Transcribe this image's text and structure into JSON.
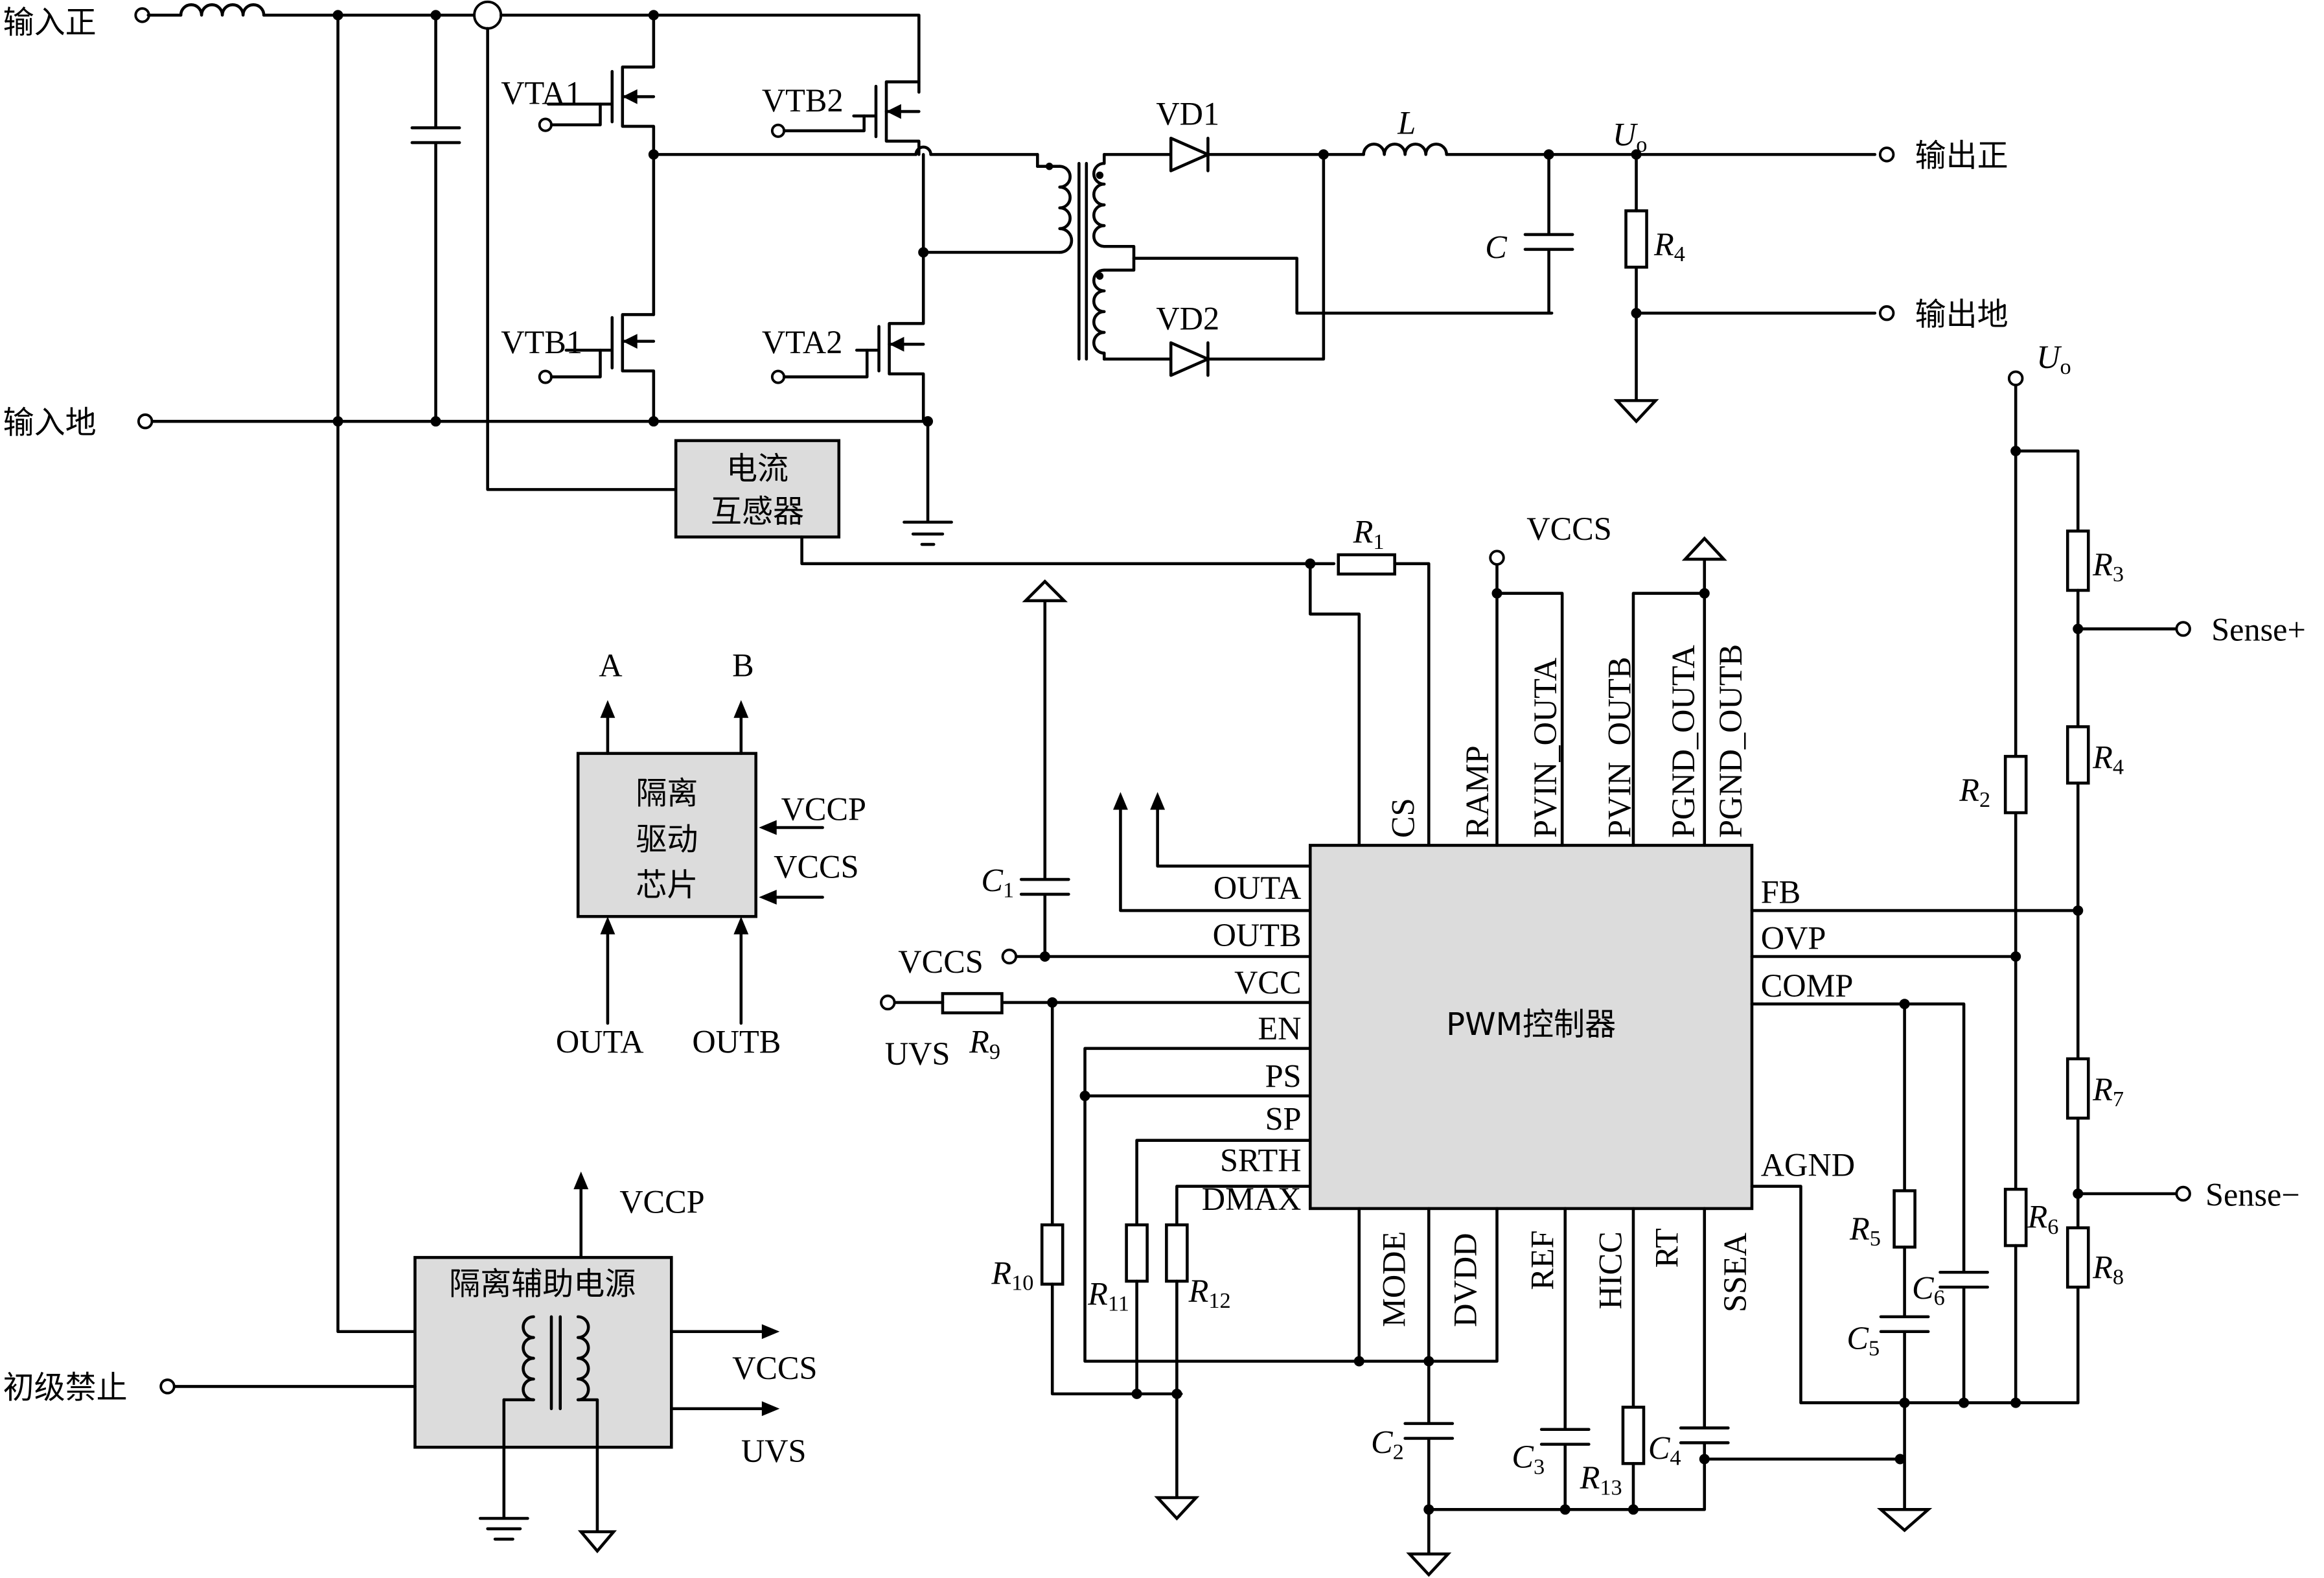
{
  "ports": {
    "in_pos": "输入正",
    "in_gnd": "输入地",
    "out_pos": "输出正",
    "out_gnd": "输出地",
    "primary_inhibit": "初级禁止",
    "sense_pos": "Sense+",
    "sense_neg": "Sense−",
    "uvs": "UVS",
    "vccs": "VCCS",
    "vccp": "VCCP"
  },
  "power_stage": {
    "mosfets": [
      "VTA1",
      "VTB2",
      "VTB1",
      "VTA2"
    ],
    "diodes": [
      "VD1",
      "VD2"
    ],
    "inductor": "L",
    "out_cap": "C",
    "out_voltage": {
      "main": "U",
      "sub": "o"
    }
  },
  "blocks": {
    "current_transformer": [
      "电流",
      "互感器"
    ],
    "iso_driver": [
      "隔离",
      "驱动",
      "芯片"
    ],
    "iso_aux_power": "隔离辅助电源",
    "pwm": "PWM控制器"
  },
  "iso_driver_io": {
    "out_a": "A",
    "out_b": "B",
    "in_a": "OUTA",
    "in_b": "OUTB",
    "vccp": "VCCP",
    "vccs": "VCCS"
  },
  "aux_power_io": {
    "vccp": "VCCP",
    "vccs": "VCCS",
    "uvs": "UVS"
  },
  "pwm_pins": {
    "top": [
      "CS",
      "RAMP",
      "PVIN_OUTA",
      "PVIN_OUTB",
      "PGND_OUTA",
      "PGND_OUTB"
    ],
    "left": [
      "OUTA",
      "OUTB",
      "VCC",
      "EN",
      "PS",
      "SP",
      "SRTH",
      "DMAX"
    ],
    "right": [
      "FB",
      "OVP",
      "COMP",
      "AGND"
    ],
    "bottom": [
      "MODE",
      "DVDD",
      "REF",
      "HICC",
      "RT",
      "SSEA"
    ]
  },
  "components": {
    "R1": {
      "main": "R",
      "sub": "1"
    },
    "R2": {
      "main": "R",
      "sub": "2"
    },
    "R3": {
      "main": "R",
      "sub": "3"
    },
    "R4_out": {
      "main": "R",
      "sub": "4"
    },
    "R4": {
      "main": "R",
      "sub": "4"
    },
    "R5": {
      "main": "R",
      "sub": "5"
    },
    "R6": {
      "main": "R",
      "sub": "6"
    },
    "R7": {
      "main": "R",
      "sub": "7"
    },
    "R8": {
      "main": "R",
      "sub": "8"
    },
    "R9": {
      "main": "R",
      "sub": "9"
    },
    "R10": {
      "main": "R",
      "sub": "10"
    },
    "R11": {
      "main": "R",
      "sub": "11"
    },
    "R12": {
      "main": "R",
      "sub": "12"
    },
    "R13": {
      "main": "R",
      "sub": "13"
    },
    "C1": {
      "main": "C",
      "sub": "1"
    },
    "C2": {
      "main": "C",
      "sub": "2"
    },
    "C3": {
      "main": "C",
      "sub": "3"
    },
    "C4": {
      "main": "C",
      "sub": "4"
    },
    "C5": {
      "main": "C",
      "sub": "5"
    },
    "C6": {
      "main": "C",
      "sub": "6"
    }
  },
  "vccs_rail_label": "VCCS",
  "uo_label": {
    "main": "U",
    "sub": "o"
  }
}
